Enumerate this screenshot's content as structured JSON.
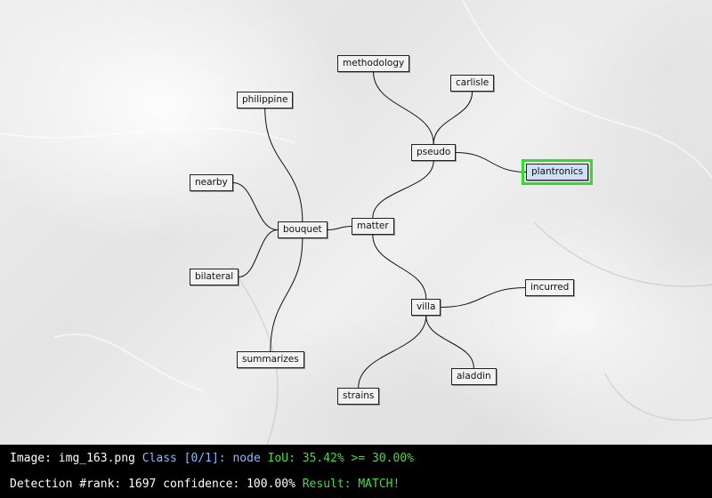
{
  "diagram": {
    "nodes": [
      {
        "id": "methodology",
        "label": "methodology"
      },
      {
        "id": "carlisle",
        "label": "carlisle"
      },
      {
        "id": "philippine",
        "label": "philippine"
      },
      {
        "id": "pseudo",
        "label": "pseudo"
      },
      {
        "id": "plantronics",
        "label": "plantronics",
        "selected": true
      },
      {
        "id": "nearby",
        "label": "nearby"
      },
      {
        "id": "bouquet",
        "label": "bouquet"
      },
      {
        "id": "matter",
        "label": "matter"
      },
      {
        "id": "bilateral",
        "label": "bilateral"
      },
      {
        "id": "incurred",
        "label": "incurred"
      },
      {
        "id": "villa",
        "label": "villa"
      },
      {
        "id": "summarizes",
        "label": "summarizes"
      },
      {
        "id": "aladdin",
        "label": "aladdin"
      },
      {
        "id": "strains",
        "label": "strains"
      }
    ],
    "edges": [
      [
        "philippine",
        "bouquet"
      ],
      [
        "nearby",
        "bouquet"
      ],
      [
        "bilateral",
        "bouquet"
      ],
      [
        "summarizes",
        "bouquet"
      ],
      [
        "bouquet",
        "matter"
      ],
      [
        "matter",
        "pseudo"
      ],
      [
        "matter",
        "villa"
      ],
      [
        "pseudo",
        "methodology"
      ],
      [
        "pseudo",
        "carlisle"
      ],
      [
        "pseudo",
        "plantronics"
      ],
      [
        "villa",
        "incurred"
      ],
      [
        "villa",
        "strains"
      ],
      [
        "villa",
        "aladdin"
      ]
    ],
    "highlight_color": "#2fdc2a"
  },
  "status": {
    "line1": {
      "image_label": "Image: img_163.png",
      "class_label": "Class [0/1]: node",
      "iou_label": "IoU: 35.42% >= 30.00%"
    },
    "line2": {
      "detection_label": "Detection #rank: 1697 confidence: 100.00%",
      "result_label": "Result: MATCH!"
    }
  }
}
